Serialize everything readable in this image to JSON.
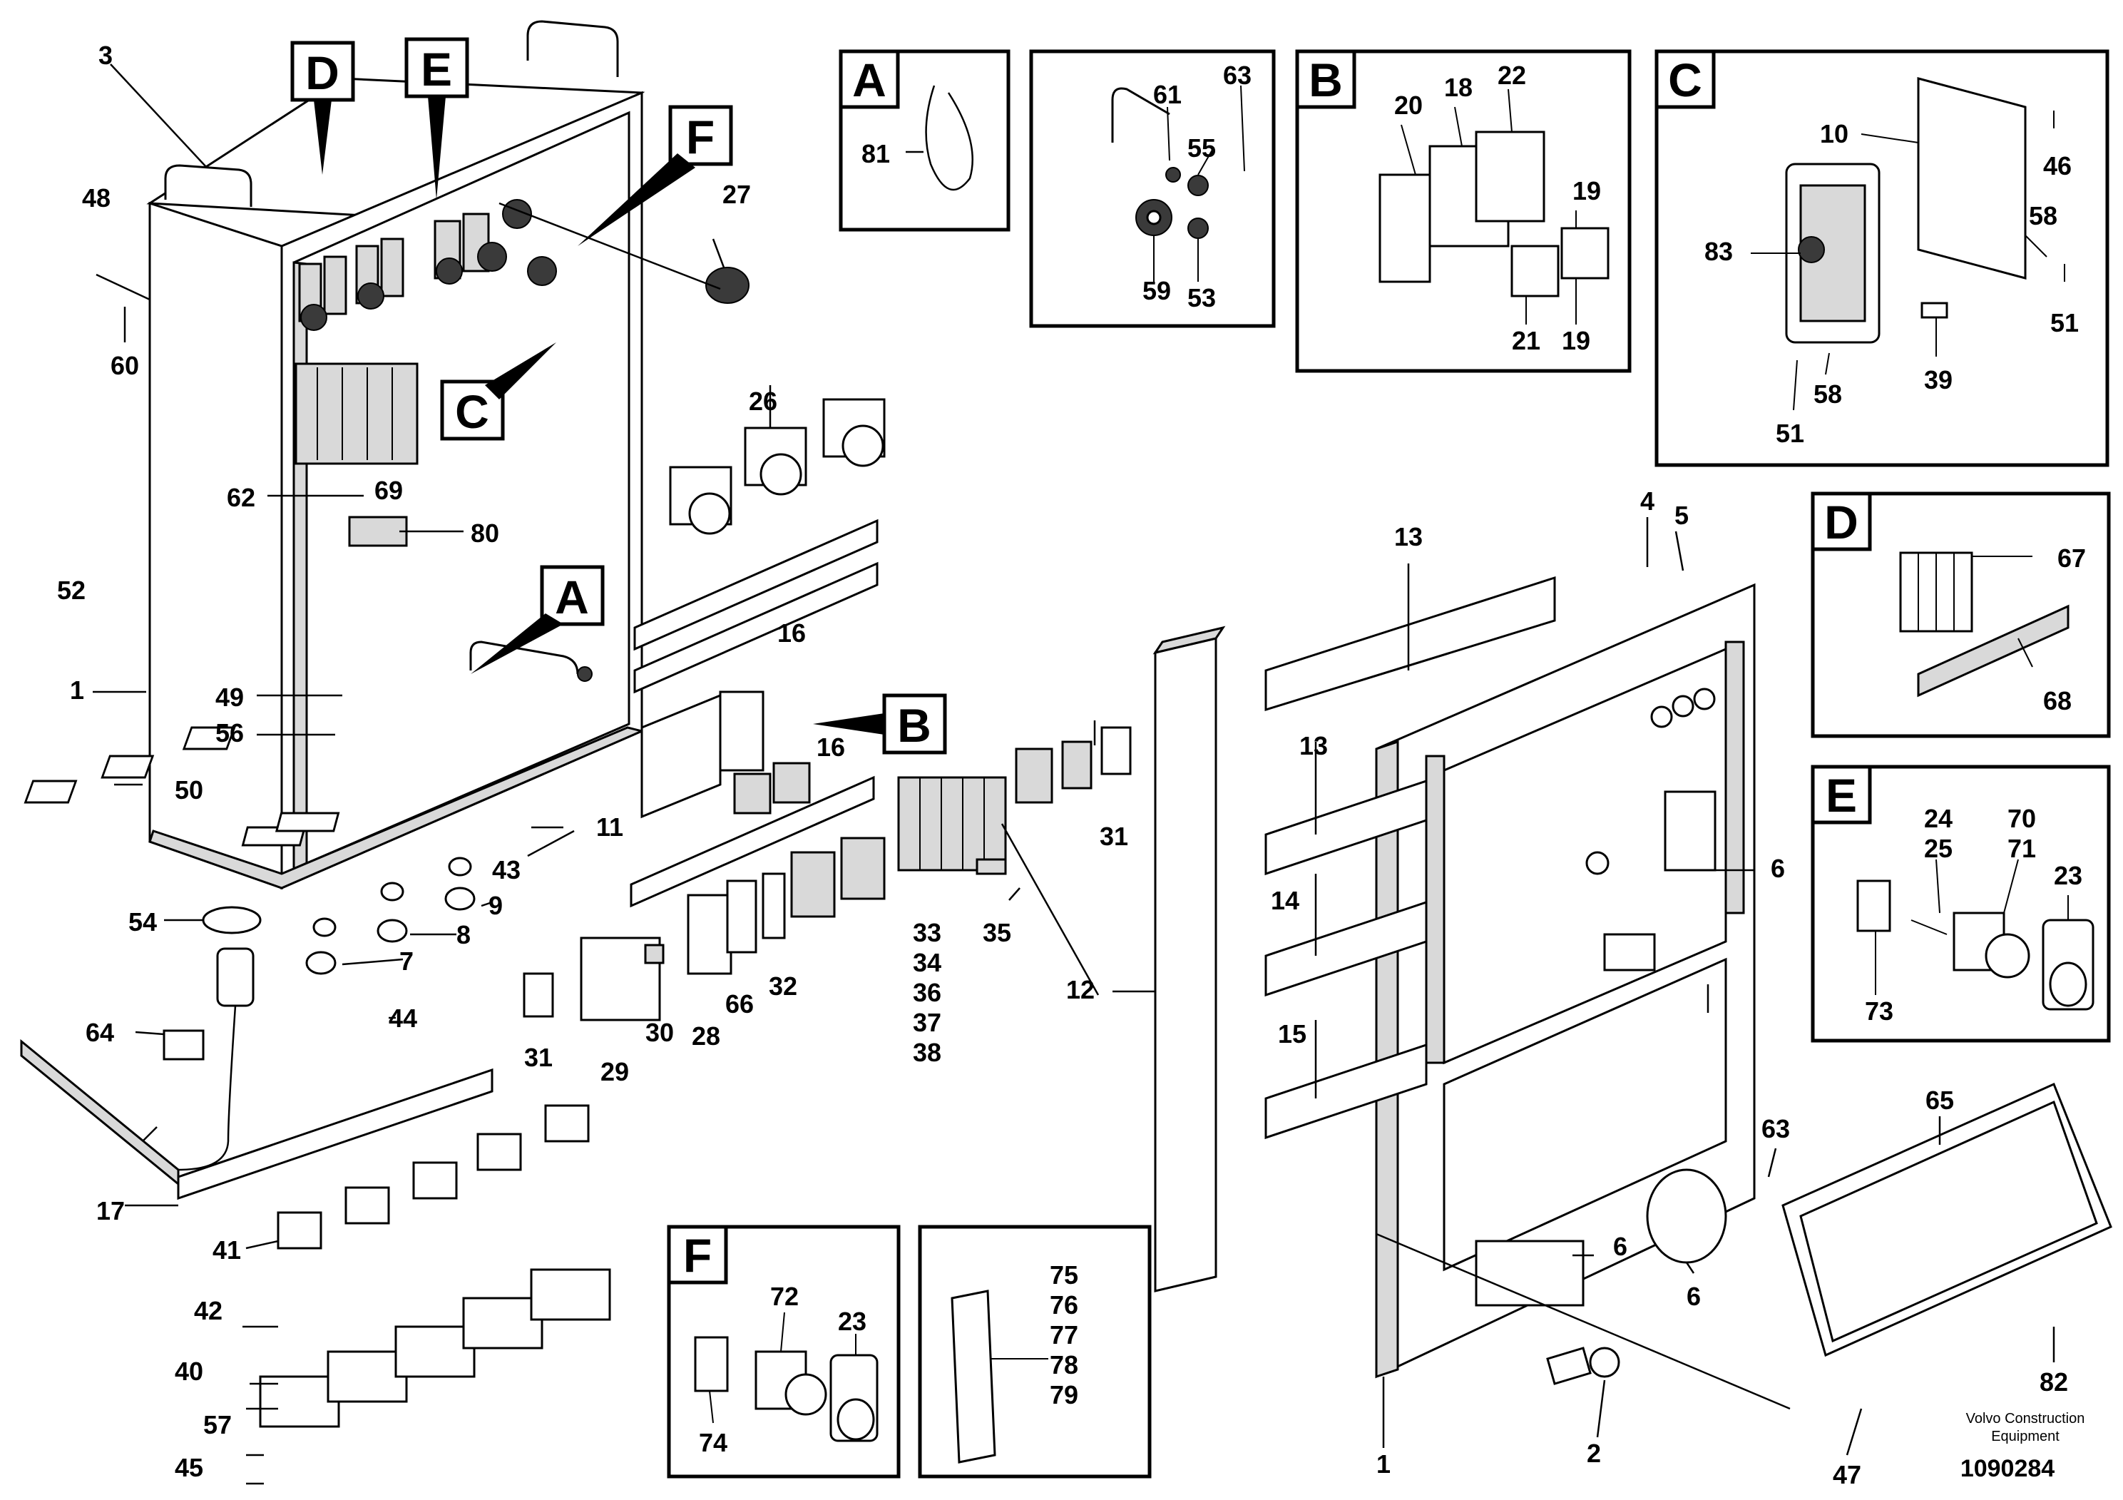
{
  "brand": {
    "line1": "Volvo Construction",
    "line2": "Equipment"
  },
  "drawing_number": "1090284",
  "detail_labels": [
    "A",
    "B",
    "C",
    "D",
    "E",
    "F"
  ],
  "part_numbers": {
    "p1": "1",
    "p2": "2",
    "p3": "3",
    "p4": "4",
    "p5": "5",
    "p6": "6",
    "p7": "7",
    "p8": "8",
    "p9": "9",
    "p10": "10",
    "p11": "11",
    "p12": "12",
    "p13": "13",
    "p14": "14",
    "p15": "15",
    "p16": "16",
    "p17": "17",
    "p18": "18",
    "p19": "19",
    "p20": "20",
    "p21": "21",
    "p22": "22",
    "p23": "23",
    "p24": "24",
    "p25": "25",
    "p26": "26",
    "p27": "27",
    "p28": "28",
    "p29": "29",
    "p30": "30",
    "p31": "31",
    "p32": "32",
    "p33": "33",
    "p34": "34",
    "p35": "35",
    "p36": "36",
    "p37": "37",
    "p38": "38",
    "p39": "39",
    "p40": "40",
    "p41": "41",
    "p42": "42",
    "p43": "43",
    "p44": "44",
    "p45": "45",
    "p46": "46",
    "p47": "47",
    "p48": "48",
    "p49": "49",
    "p50": "50",
    "p51": "51",
    "p52": "52",
    "p53": "53",
    "p54": "54",
    "p55": "55",
    "p56": "56",
    "p57": "57",
    "p58": "58",
    "p59": "59",
    "p60": "60",
    "p61": "61",
    "p62": "62",
    "p63": "63",
    "p64": "64",
    "p65": "65",
    "p66": "66",
    "p67": "67",
    "p68": "68",
    "p69": "69",
    "p70": "70",
    "p71": "71",
    "p72": "72",
    "p73": "73",
    "p74": "74",
    "p75": "75",
    "p76": "76",
    "p77": "77",
    "p78": "78",
    "p79": "79",
    "p80": "80",
    "p81": "81",
    "p82": "82",
    "p83": "83"
  }
}
